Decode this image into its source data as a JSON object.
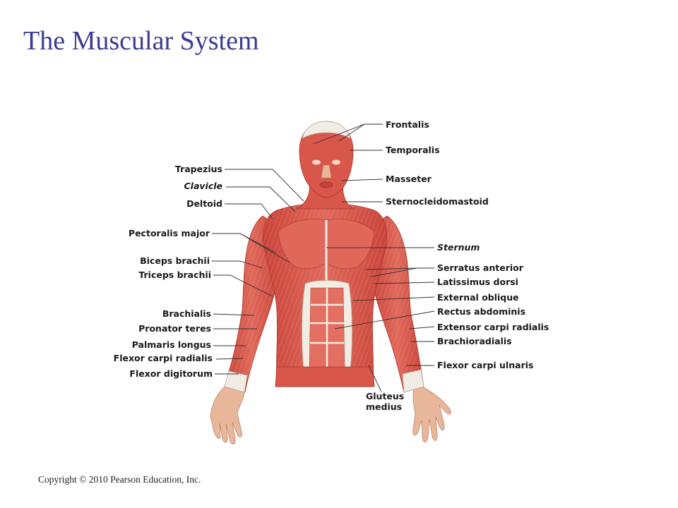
{
  "slide": {
    "title": "The Muscular System",
    "copyright": "Copyright © 2010 Pearson Education, Inc."
  },
  "diagram": {
    "colors": {
      "muscle": "#d9564a",
      "muscle_light": "#ee8f7f",
      "tendon": "#f1ece4",
      "skin": "#e8b79a",
      "text": "#1a1a1a"
    },
    "labels_left": [
      {
        "id": "trapezius",
        "text": "Trapezius",
        "italic": false
      },
      {
        "id": "clavicle",
        "text": "Clavicle",
        "italic": true
      },
      {
        "id": "deltoid",
        "text": "Deltoid",
        "italic": false
      },
      {
        "id": "pectoralis-major",
        "text": "Pectoralis major",
        "italic": false
      },
      {
        "id": "biceps-brachii",
        "text": "Biceps brachii",
        "italic": false
      },
      {
        "id": "triceps-brachii",
        "text": "Triceps brachii",
        "italic": false
      },
      {
        "id": "brachialis",
        "text": "Brachialis",
        "italic": false
      },
      {
        "id": "pronator-teres",
        "text": "Pronator teres",
        "italic": false
      },
      {
        "id": "palmaris-longus",
        "text": "Palmaris longus",
        "italic": false
      },
      {
        "id": "flexor-carpi-radialis",
        "text": "Flexor carpi radialis",
        "italic": false
      },
      {
        "id": "flexor-digitorum",
        "text": "Flexor digitorum",
        "italic": false
      }
    ],
    "labels_right": [
      {
        "id": "frontalis",
        "text": "Frontalis",
        "italic": false
      },
      {
        "id": "temporalis",
        "text": "Temporalis",
        "italic": false
      },
      {
        "id": "masseter",
        "text": "Masseter",
        "italic": false
      },
      {
        "id": "sternocleidomastoid",
        "text": "Sternocleidomastoid",
        "italic": false
      },
      {
        "id": "sternum",
        "text": "Sternum",
        "italic": true
      },
      {
        "id": "serratus-anterior",
        "text": "Serratus anterior",
        "italic": false
      },
      {
        "id": "latissimus-dorsi",
        "text": "Latissimus dorsi",
        "italic": false
      },
      {
        "id": "external-oblique",
        "text": "External oblique",
        "italic": false
      },
      {
        "id": "rectus-abdominis",
        "text": "Rectus abdominis",
        "italic": false
      },
      {
        "id": "extensor-carpi-radialis",
        "text": "Extensor carpi radialis",
        "italic": false
      },
      {
        "id": "brachioradialis",
        "text": "Brachioradialis",
        "italic": false
      },
      {
        "id": "flexor-carpi-ulnaris",
        "text": "Flexor carpi ulnaris",
        "italic": false
      }
    ],
    "labels_bottom": [
      {
        "id": "gluteus-medius-1",
        "text": "Gluteus",
        "italic": false
      },
      {
        "id": "gluteus-medius-2",
        "text": "medius",
        "italic": false
      }
    ]
  }
}
